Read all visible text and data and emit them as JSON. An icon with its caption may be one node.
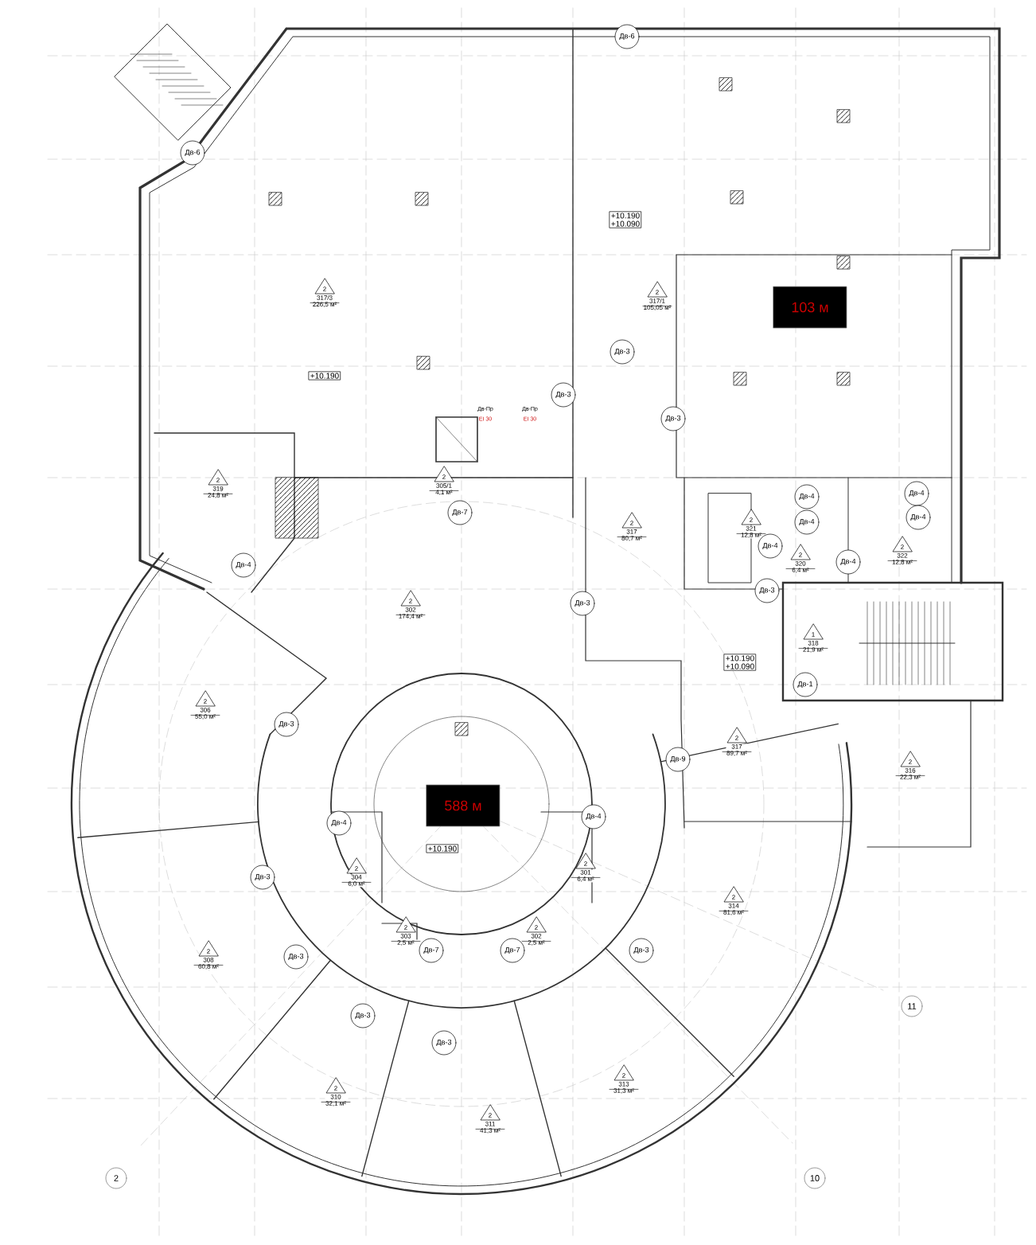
{
  "diagram": {
    "nodes": [
      {
        "text": [
          "2",
          "317/3",
          "226,5 м²"
        ]
      },
      {
        "text": [
          "2",
          "317/1",
          "105,05 м²"
        ]
      },
      {
        "text": [
          "2",
          "319",
          "24,8 м²"
        ]
      },
      {
        "text": [
          "2",
          "305/1",
          "4,1 м²"
        ]
      },
      {
        "text": [
          "2",
          "302",
          "174,4 м²"
        ]
      },
      {
        "text": [
          "2",
          "317",
          "80,7 м²"
        ]
      },
      {
        "text": [
          "2",
          "321",
          "12,8 м²"
        ]
      },
      {
        "text": [
          "2",
          "320",
          "6,4 м²"
        ]
      },
      {
        "text": [
          "2",
          "322",
          "12,8 м²"
        ]
      },
      {
        "text": [
          "1",
          "318",
          "21,9 м²"
        ]
      },
      {
        "text": [
          "2",
          "306",
          "55,0 м²"
        ]
      },
      {
        "text": [
          "2",
          "317",
          "89,7 м²"
        ]
      },
      {
        "text": [
          "2",
          "316",
          "22,3 м²"
        ]
      },
      {
        "text": [
          "2",
          "304",
          "6,0 м²"
        ]
      },
      {
        "text": [
          "2",
          "301",
          "6,4 м²"
        ]
      },
      {
        "text": [
          "2",
          "303",
          "2,5 м²"
        ]
      },
      {
        "text": [
          "2",
          "302",
          "2,5 м²"
        ]
      },
      {
        "text": [
          "2",
          "308",
          "60,8 м²"
        ]
      },
      {
        "text": [
          "2",
          "314",
          "81,6 м²"
        ]
      },
      {
        "text": [
          "2",
          "310",
          "32,1 м²"
        ]
      },
      {
        "text": [
          "2",
          "311",
          "41,3 м²"
        ]
      },
      {
        "text": [
          "2",
          "313",
          "31,3 м²"
        ]
      },
      {
        "text": [
          "103 м"
        ]
      },
      {
        "text": [
          "588 м"
        ]
      },
      {
        "text": [
          "+10.190"
        ]
      },
      {
        "text": [
          "+10.190",
          "+10.090"
        ]
      },
      {
        "text": [
          "+10.190",
          "+10.090"
        ]
      },
      {
        "text": [
          "+10.190"
        ]
      },
      {
        "text": [
          "Дв-6"
        ]
      },
      {
        "text": [
          "Дв-6"
        ]
      },
      {
        "text": [
          "Дв-3"
        ]
      },
      {
        "text": [
          "Дв-3"
        ]
      },
      {
        "text": [
          "Дв-3"
        ]
      },
      {
        "text": [
          "Дв-7"
        ]
      },
      {
        "text": [
          "Дв-4"
        ]
      },
      {
        "text": [
          "Дв-4"
        ]
      },
      {
        "text": [
          "Дв-4"
        ]
      },
      {
        "text": [
          "Дв-4"
        ]
      },
      {
        "text": [
          "Дв-4"
        ]
      },
      {
        "text": [
          "Дв-4"
        ]
      },
      {
        "text": [
          "Дв-4"
        ]
      },
      {
        "text": [
          "Дв-3"
        ]
      },
      {
        "text": [
          "Дв-3"
        ]
      },
      {
        "text": [
          "Дв-1"
        ]
      },
      {
        "text": [
          "Дв-9"
        ]
      },
      {
        "text": [
          "Дв-4"
        ]
      },
      {
        "text": [
          "Дв-3"
        ]
      },
      {
        "text": [
          "Дв-4"
        ]
      },
      {
        "text": [
          "Дв-3"
        ]
      },
      {
        "text": [
          "Дв-3"
        ]
      },
      {
        "text": [
          "Дв-3"
        ]
      },
      {
        "text": [
          "Дв-3"
        ]
      },
      {
        "text": [
          "Дв-7"
        ]
      },
      {
        "text": [
          "Дв-7"
        ]
      },
      {
        "text": [
          "Дв-3"
        ]
      },
      {
        "text": [
          "2"
        ]
      },
      {
        "text": [
          "10"
        ]
      },
      {
        "text": [
          "11"
        ]
      }
    ],
    "labels": [
      "Дв-Пр",
      "EI 30",
      "Дв-Пр",
      "EI 30"
    ]
  }
}
